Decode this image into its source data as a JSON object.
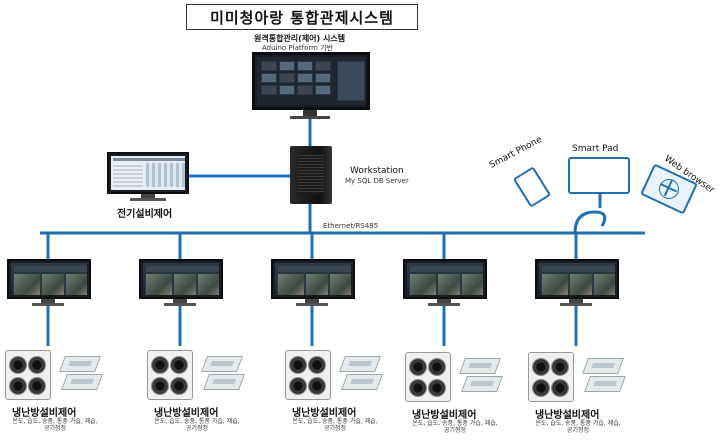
{
  "title": "미미청아랑 통합관제시스템",
  "central": {
    "label": "원격통합관리(제어) 시스템",
    "sublabel": "Aduino Platform 기반"
  },
  "workstation": {
    "label": "Workstation",
    "sublabel": "My SQL DB Server"
  },
  "electrical": {
    "label": "전기설비제어"
  },
  "network": {
    "label": "Ethernet/RS485"
  },
  "devices": {
    "phone": "Smart Phone",
    "pad": "Smart Pad",
    "web": "Web browser"
  },
  "units": [
    {
      "label": "냉난방설비제어",
      "sub": "온도, 습도, 송풍, 통풍 가습, 제습, 공기청정"
    },
    {
      "label": "냉난방설비제어",
      "sub": "온도, 습도, 송풍, 통풍 가습, 제습, 공기청정"
    },
    {
      "label": "냉난방설비제어",
      "sub": "온도, 습도, 송풍, 통풍 가습, 제습, 공기청정"
    },
    {
      "label": "냉난방설비제어",
      "sub": "온도, 습도, 송풍, 통풍 가습, 제습, 공기청정"
    },
    {
      "label": "냉난방설비제어",
      "sub": "온도, 습도, 송풍, 통풍 가습, 제습, 공기청정"
    }
  ],
  "colors": {
    "wire": "#1f6fb0",
    "device": "#1f6fb0"
  },
  "icons": [
    "monitor-icon",
    "workstation-tower-icon",
    "smartphone-icon",
    "tablet-icon",
    "web-browser-icon",
    "air-conditioner-icon"
  ]
}
